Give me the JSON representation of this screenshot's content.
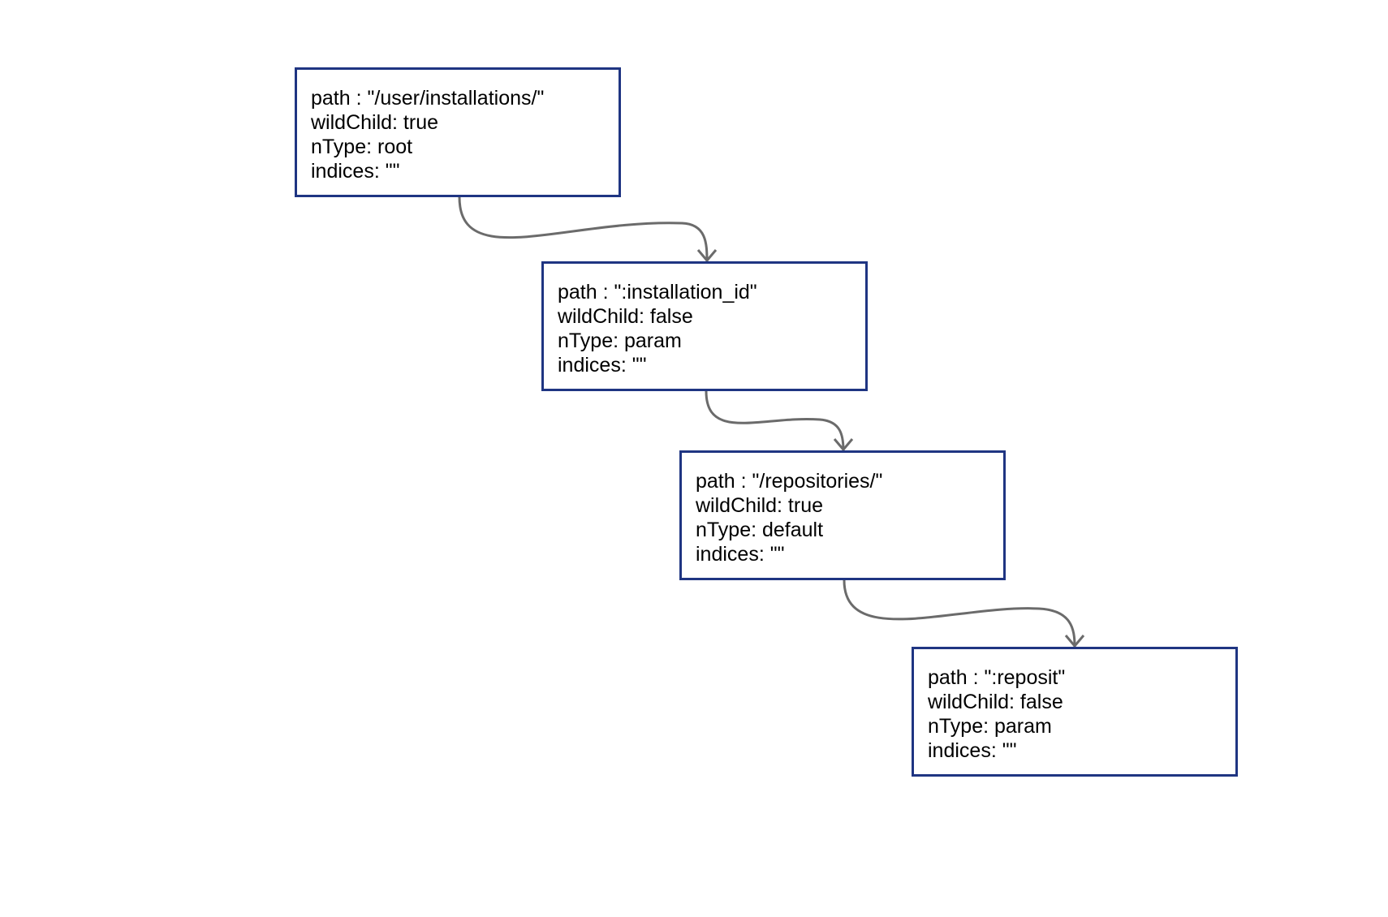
{
  "diagram": {
    "nodes": [
      {
        "id": "node-1",
        "path_line": "path : \"/user/installations/\"",
        "wildchild_line": "wildChild: true",
        "ntype_line": "nType: root",
        "indices_line": "indices: \"\""
      },
      {
        "id": "node-2",
        "path_line": "path : \":installation_id\"",
        "wildchild_line": "wildChild: false",
        "ntype_line": "nType: param",
        "indices_line": "indices: \"\""
      },
      {
        "id": "node-3",
        "path_line": "path : \"/repositories/\"",
        "wildchild_line": "wildChild: true",
        "ntype_line": "nType: default",
        "indices_line": "indices: \"\""
      },
      {
        "id": "node-4",
        "path_line": "path : \":reposit\"",
        "wildchild_line": "wildChild: false",
        "ntype_line": "nType: param",
        "indices_line": "indices: \"\""
      }
    ],
    "edges": [
      {
        "from": "node-1",
        "to": "node-2"
      },
      {
        "from": "node-2",
        "to": "node-3"
      },
      {
        "from": "node-3",
        "to": "node-4"
      }
    ],
    "colors": {
      "node_border": "#1f3582",
      "edge_stroke": "#6b6b6b",
      "background": "#ffffff",
      "text": "#000000"
    }
  }
}
